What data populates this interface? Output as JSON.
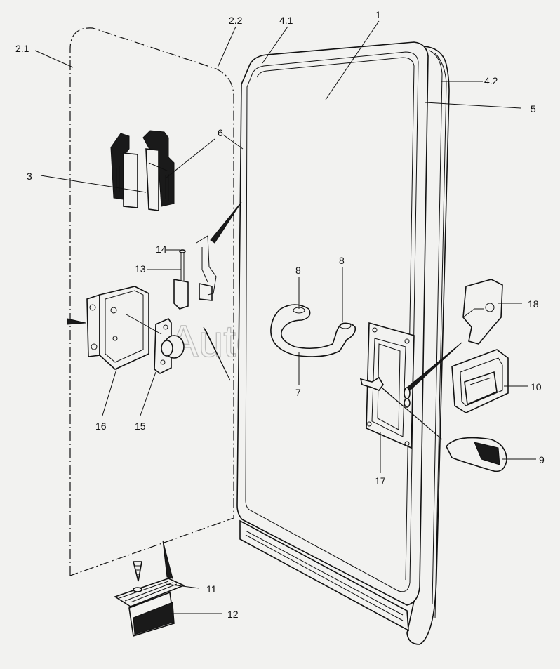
{
  "watermark": "AutoSoft",
  "callouts": {
    "c1": "1",
    "c2_1": "2.1",
    "c2_2": "2.2",
    "c3": "3",
    "c4_1": "4.1",
    "c4_2": "4.2",
    "c5": "5",
    "c6": "6",
    "c7": "7",
    "c8a": "8",
    "c8b": "8",
    "c9": "9",
    "c10": "10",
    "c11": "11",
    "c12": "12",
    "c13": "13",
    "c14": "14",
    "c15": "15",
    "c16": "16",
    "c17": "17",
    "c18": "18"
  }
}
